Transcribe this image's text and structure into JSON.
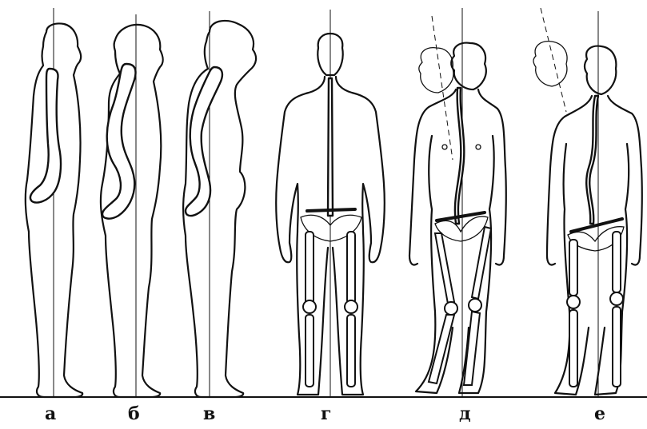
{
  "panels": [
    {
      "id": "a",
      "label": "а"
    },
    {
      "id": "b",
      "label": "б"
    },
    {
      "id": "v",
      "label": "в"
    },
    {
      "id": "g",
      "label": "г"
    },
    {
      "id": "d",
      "label": "д"
    },
    {
      "id": "e",
      "label": "е"
    }
  ],
  "colors": {
    "ink": "#111111",
    "background": "#ffffff"
  }
}
